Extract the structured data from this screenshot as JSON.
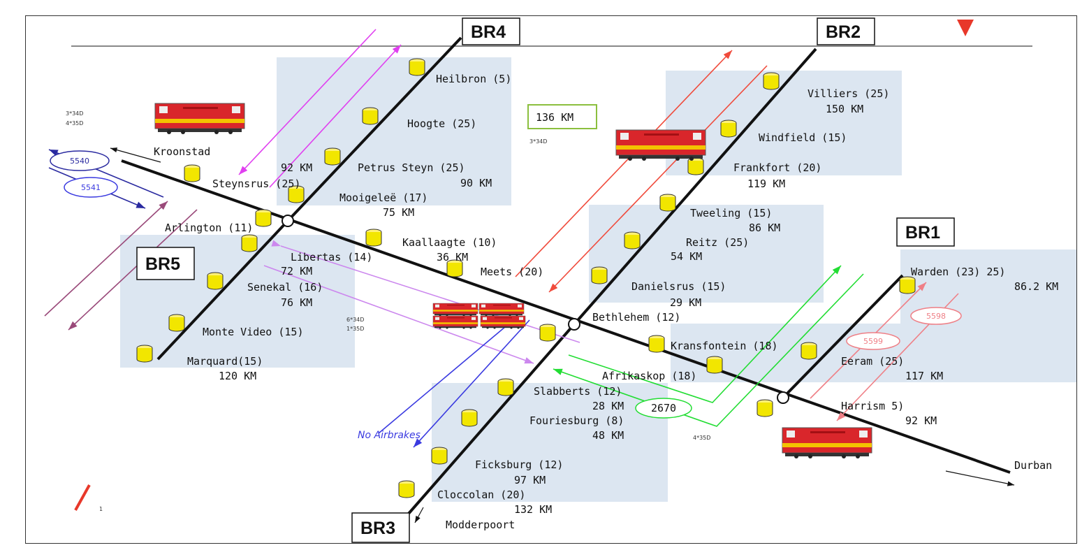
{
  "branches": {
    "br1": "BR1",
    "br2": "BR2",
    "br3": "BR3",
    "br4": "BR4",
    "br5": "BR5"
  },
  "towns": {
    "kroonstad": "Kroonstad",
    "durban": "Durban",
    "modderpoort": "Modderpoort"
  },
  "stations": {
    "heilbron": "Heilbron (5)",
    "hoogte": "Hoogte (25)",
    "petrus_steyn": "Petrus Steyn (25)",
    "petrus_km": "90 KM",
    "mooigelee": "Mooigeleë (17)",
    "mooigelee_km": "75 KM",
    "steynsrus": "Steynsrus (25)",
    "steynsrus_km": "92 KM",
    "arlington": "Arlington (11)",
    "libertas": "Libertas (14)",
    "libertas_km": "72 KM",
    "senekal": "Senekal (16)",
    "senekal_km": "76 KM",
    "monte_video": "Monte Video (15)",
    "marquard": "Marquard(15)",
    "marquard_km": "120 KM",
    "kaallaagte": "Kaallaagte (10)",
    "kaallaagte_km": "36 KM",
    "meets": "Meets (20)",
    "villiers": "Villiers (25)",
    "villiers_km": "150 KM",
    "windfield": "Windfield (15)",
    "frankfort": "Frankfort (20)",
    "frankfort_km": "119 KM",
    "tweeling": "Tweeling (15)",
    "tweeling_km": "86 KM",
    "reitz": "Reitz (25)",
    "reitz_km": "54 KM",
    "danielsrus": "Danielsrus (15)",
    "danielsrus_km": "29 KM",
    "bethlehem": "Bethlehem (12)",
    "kransfontein": "Kransfontein (18)",
    "afrikaskop": "Afrikaskop (18)",
    "eeram": "Eeram (25)",
    "eeram_km": "117 KM",
    "harrism": "Harrism 5)",
    "harrism_km": "92 KM",
    "warden": "Warden (23)  25)",
    "warden_km": "86.2 KM",
    "slabberts": "Slabberts (12)",
    "slabberts_km": "28 KM",
    "fouriesburg": "Fouriesburg (8)",
    "fouriesburg_km": "48 KM",
    "ficksburg": "Ficksburg (12)",
    "ficksburg_km": "97 KM",
    "cloccolan": "Cloccolan (20)",
    "cloccolan_km": "132 KM"
  },
  "labels": {
    "distance_box": "136 KM",
    "no_airbrakes": "No Airbrakes",
    "legend_one": "1"
  },
  "trains": {
    "t5540": "5540",
    "t5541": "5541",
    "t5599": "5599",
    "t5598": "5598",
    "t2670": "2670"
  },
  "notes": {
    "n1a": "3*34D",
    "n1b": "4*35D",
    "n2": "3*34D",
    "n3a": "6*34D",
    "n3b": "1*35D",
    "n4": "4*35D"
  },
  "colors": {
    "track": "#111111",
    "region": "#dce6f1",
    "station": "#f2e600",
    "red_arrow": "#f04b3c",
    "magenta_arrow": "#e040f0",
    "violet_arrow": "#cc88ee",
    "purple_arrow": "#9a4a7a",
    "green_arrow": "#22dd33",
    "blue_arrow": "#3a3ae0",
    "pink_arrow": "#ef7f86"
  }
}
